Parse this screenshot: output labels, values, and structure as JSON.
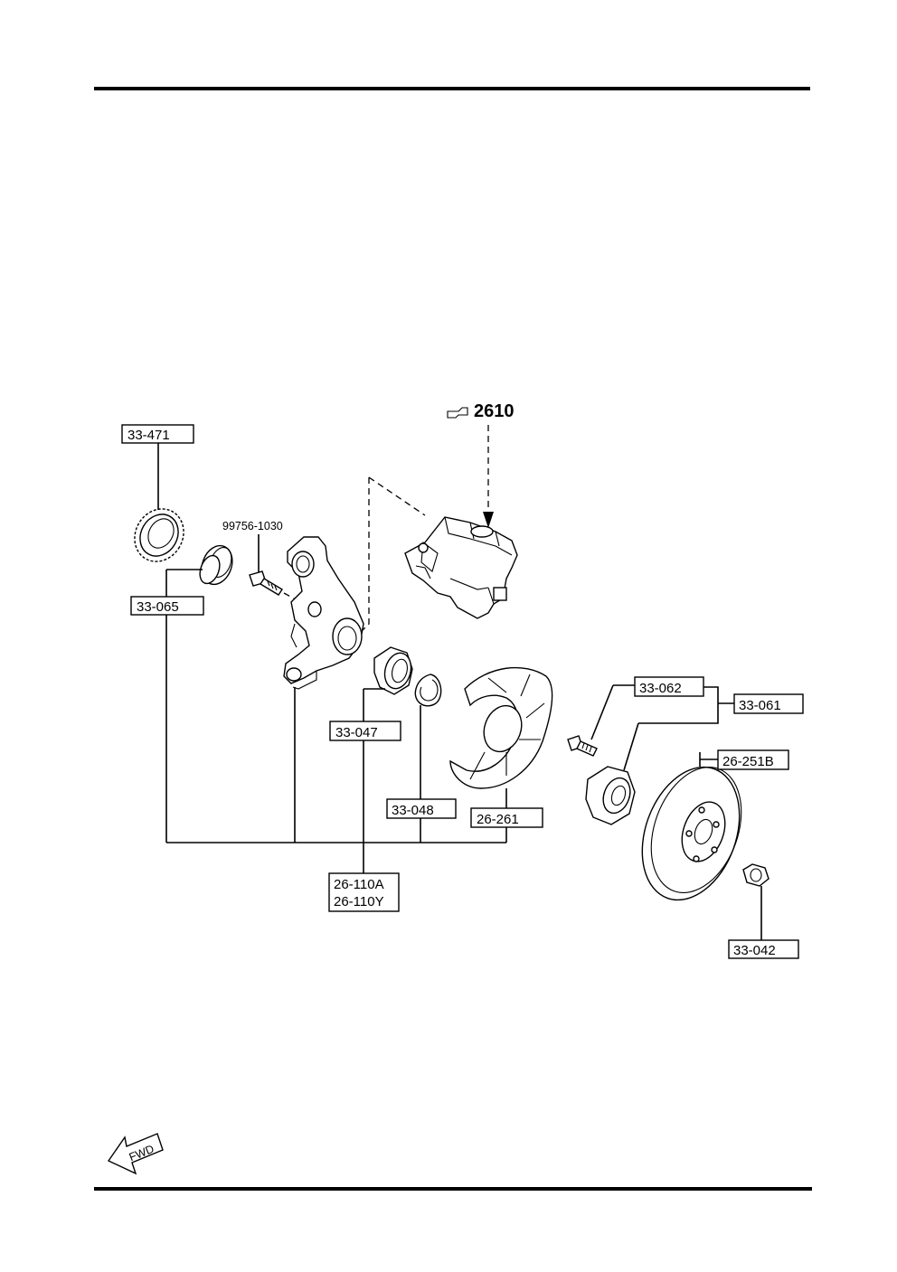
{
  "diagram": {
    "reference": "2610",
    "bolt_part_number": "99756-1030",
    "fwd_label": "FWD",
    "labels": {
      "p33_471": "33-471",
      "p33_065": "33-065",
      "p33_047": "33-047",
      "p33_048": "33-048",
      "p26_261": "26-261",
      "p26_110a": "26-110A",
      "p26_110y": "26-110Y",
      "p33_062": "33-062",
      "p33_061": "33-061",
      "p26_251b": "26-251B",
      "p33_042": "33-042"
    }
  }
}
